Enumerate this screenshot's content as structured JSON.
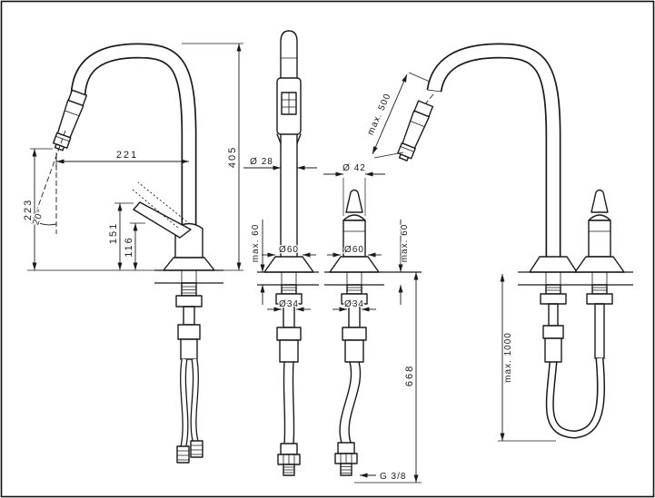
{
  "colors": {
    "line": "#1a1a1a",
    "background": "#ffffff"
  },
  "views": {
    "side_docked": {
      "dims": {
        "width_221": "221",
        "height_223": "223",
        "angle": "20°",
        "height_405": "405",
        "handle_151": "151",
        "handle_116": "116"
      }
    },
    "front_spout": {
      "dims": {
        "dia_28": "Ø 28",
        "dia_60": "Ø60",
        "dia_34": "Ø34",
        "deck_max": "max. 60"
      }
    },
    "front_handle": {
      "dims": {
        "dia_42": "Ø 42",
        "dia_60": "Ø60",
        "dia_34": "Ø34",
        "deck_max": "max. 60",
        "hose_668": "668",
        "thread": "G 3/8"
      }
    },
    "side_extended": {
      "dims": {
        "pullout_max": "max. 500",
        "hose_max": "max. 1000"
      }
    }
  }
}
